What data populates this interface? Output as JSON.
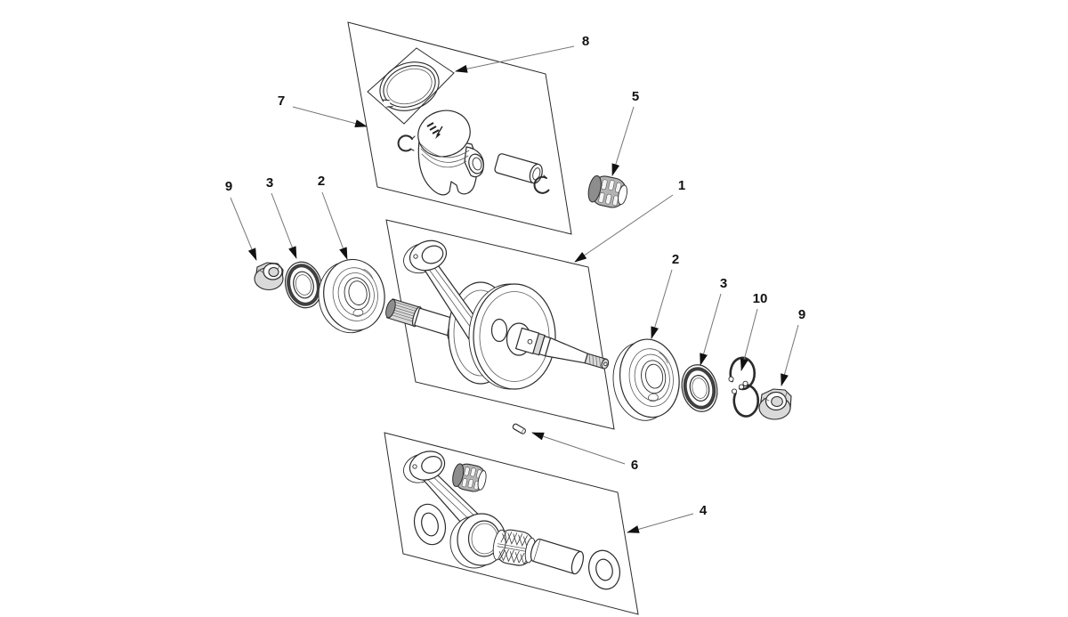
{
  "colors": {
    "background": "#ffffff",
    "line": "#2b2b2b",
    "leader": "#757575",
    "label": "#111111",
    "shade_light": "#d9d9d9",
    "shade_mid": "#b3b3b3",
    "shade_dark": "#8d8d8d"
  },
  "callouts": [
    {
      "id": "callout-8",
      "label": "8"
    },
    {
      "id": "callout-7",
      "label": "7"
    },
    {
      "id": "callout-5",
      "label": "5"
    },
    {
      "id": "callout-9-left",
      "label": "9"
    },
    {
      "id": "callout-3-left",
      "label": "3"
    },
    {
      "id": "callout-2-left",
      "label": "2"
    },
    {
      "id": "callout-1",
      "label": "1"
    },
    {
      "id": "callout-2-right",
      "label": "2"
    },
    {
      "id": "callout-3-right",
      "label": "3"
    },
    {
      "id": "callout-10",
      "label": "10"
    },
    {
      "id": "callout-9-right",
      "label": "9"
    },
    {
      "id": "callout-6",
      "label": "6"
    },
    {
      "id": "callout-4",
      "label": "4"
    }
  ]
}
